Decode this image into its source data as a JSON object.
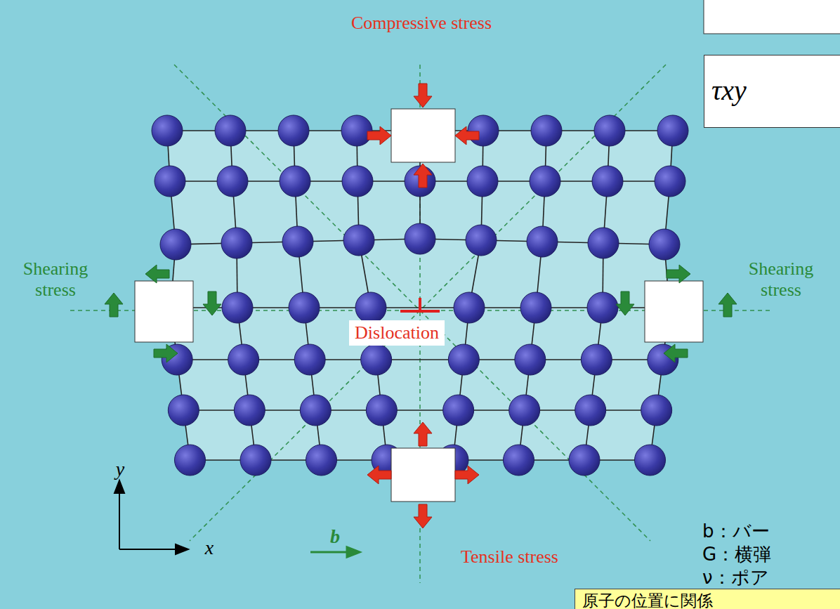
{
  "diagram": {
    "nodes": [
      {
        "text": [
          "τxy"
        ]
      },
      {
        "text": [
          "Dislocation"
        ]
      },
      {
        "text": [
          "原子の位置に関係"
        ]
      }
    ],
    "labels": [
      "Compressive stress",
      "Shearing stress",
      "Shearing stress",
      "y",
      "x",
      "b",
      "Tensile stress",
      "b：バー",
      "G：横弾",
      "ν：ポア"
    ]
  }
}
